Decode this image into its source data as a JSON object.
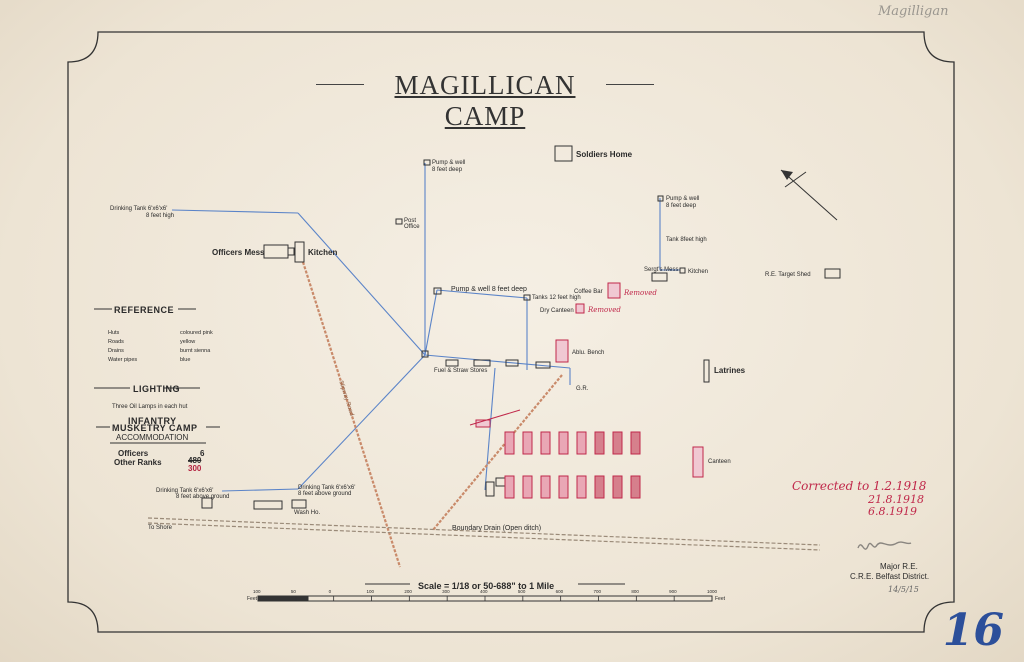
{
  "corner_note": "Magilligan",
  "title": "MAGILLICAN CAMP",
  "labels": {
    "soldiers_home": "Soldiers Home",
    "pump_top": "Pump & well",
    "pump_top_depth": "8 feet deep",
    "pump_right": "Pump & well",
    "pump_right_depth": "8 feet deep",
    "tank_8ft": "Tank 8feet high",
    "tank_12ft": "Tanks 12 feet high",
    "drinking_tank_1": "Drinking Tank 6'x6'x6'",
    "drinking_tank_1b": "8 feet high",
    "post_office": "Post Office",
    "officers_mess": "Officers Mess",
    "kitchen": "Kitchen",
    "pump_mid": "Pump & well 8 feet deep",
    "coffee_bar": "Coffee Bar",
    "dry_canteen": "Dry Canteen",
    "removed": "Removed",
    "sergts_mess": "Sergt's Mess",
    "kitchen_small": "Kitchen",
    "target_shed": "R.E. Target Shed",
    "latrines": "Latrines",
    "ablu_bench": "Ablu. Bench",
    "drinking_tank_2": "Drinking Tank 6'x6'x6'",
    "drinking_tank_2b": "8 feet above ground",
    "drinking_tank_3": "Drinking Tank 6'x6'x6'",
    "drinking_tank_3b": "8 feet above ground",
    "to_shore": "To Shore",
    "boundary_drain": "Boundary Drain (Open ditch)",
    "canteen": "Canteen",
    "slipway_road": "Slipway Road",
    "wash_ho": "Wash Ho.",
    "fuel_stores": "Fuel & Straw Stores",
    "g_r": "G.R."
  },
  "reference": {
    "heading": "REFERENCE",
    "items": [
      {
        "name": "Huts",
        "value": "coloured pink"
      },
      {
        "name": "Roads",
        "value": "yellow"
      },
      {
        "name": "Drains",
        "value": "burnt sienna"
      },
      {
        "name": "Water pipes",
        "value": "blue"
      }
    ]
  },
  "lighting": {
    "heading": "LIGHTING",
    "text": "Three Oil Lamps in each hut"
  },
  "camp": {
    "line1": "INFANTRY",
    "line2": "MUSKETRY CAMP",
    "accommodation": "ACCOMMODATION",
    "officers_label": "Officers",
    "officers_value": "6",
    "ranks_label": "Other Ranks",
    "ranks_old": "480",
    "ranks_new": "300"
  },
  "corrections": {
    "heading": "Corrected to 1.2.1918",
    "date2": "21.8.1918",
    "date3": "6.8.1919"
  },
  "signature": {
    "rank": "Major R.E.",
    "office": "C.R.E. Belfast District.",
    "date": "14/5/15"
  },
  "scale": {
    "title": "Scale = 1/18 or 50-688\" to 1 Mile",
    "unit_left": "Feet",
    "unit_right": "Feet",
    "ticks": [
      "100",
      "50",
      "0",
      "100",
      "200",
      "300",
      "400",
      "500",
      "600",
      "700",
      "800",
      "900",
      "1000"
    ]
  },
  "sheet_number": "16",
  "colors": {
    "pipe": "#5b84c8",
    "road": "#c98a6a",
    "hut_pink": "#e9a7b5",
    "hut_red": "#c0284a",
    "ink": "#2a2a2a"
  }
}
